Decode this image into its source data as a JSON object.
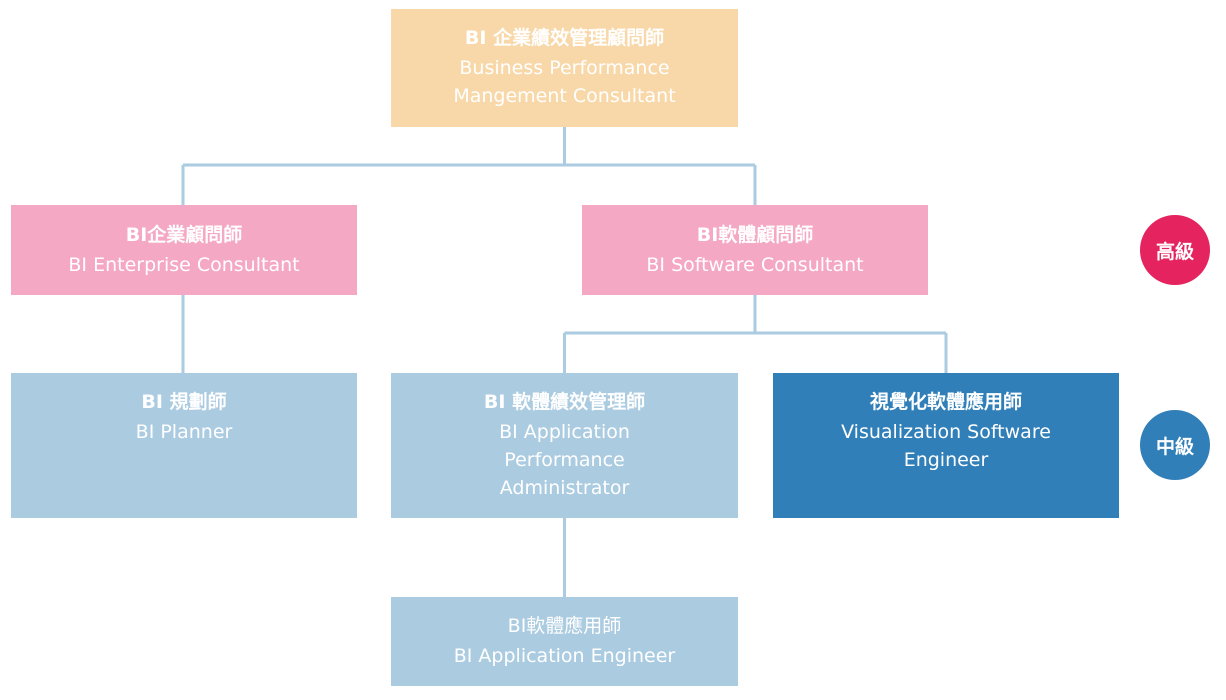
{
  "nodes": {
    "top": {
      "zh": "BI 企業績效管理顧問師",
      "en": "Business Performance\nMangement Consultant"
    },
    "ent": {
      "zh": "BI企業顧問師",
      "en": "BI Enterprise Consultant"
    },
    "soft": {
      "zh": "BI軟體顧問師",
      "en": "BI Software Consultant"
    },
    "plan": {
      "zh": "BI 規劃師",
      "en": "BI Planner"
    },
    "perf": {
      "zh": "BI 軟體績效管理師",
      "en": "BI Application\nPerformance\nAdministrator"
    },
    "vis": {
      "zh": "視覺化軟體應用師",
      "en": "Visualization Software\nEngineer"
    },
    "appeng": {
      "zh": "BI軟體應用師",
      "en": "BI Application Engineer"
    }
  },
  "levels": {
    "senior": "高級",
    "mid": "中級"
  },
  "colors": {
    "orange": "#f8d8a8",
    "pink": "#f4a8c3",
    "light_blue": "#abcbe1",
    "dark_blue": "#317fb8",
    "senior_badge": "#e4235f",
    "connector": "#abcbe1"
  }
}
